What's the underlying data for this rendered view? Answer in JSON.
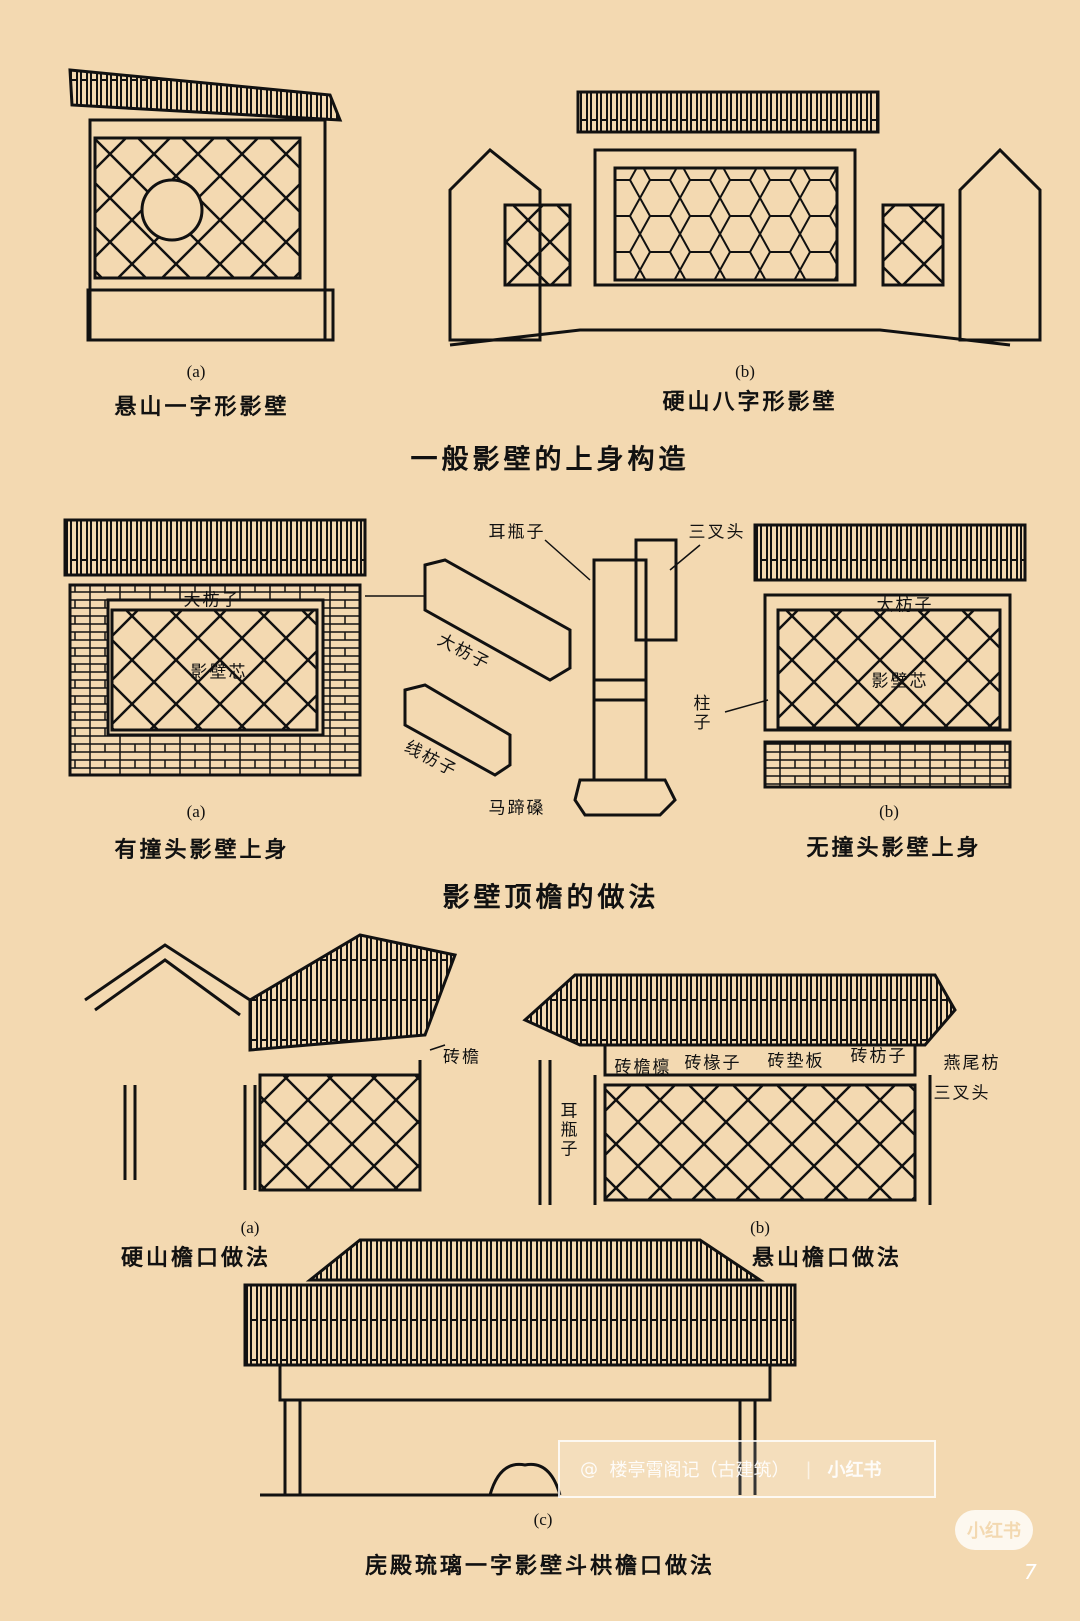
{
  "section1": {
    "fig_a": {
      "sub": "(a)",
      "caption": "悬山一字形影壁"
    },
    "fig_b": {
      "sub": "(b)",
      "caption": "硬山八字形影壁"
    }
  },
  "section2": {
    "heading": "一般影壁的上身构造",
    "fig_a": {
      "sub": "(a)",
      "caption": "有撞头影壁上身",
      "labels": {
        "dafangzi": "大枋子",
        "yingbixin": "影壁芯"
      }
    },
    "parts": {
      "erpingzi": "耳瓶子",
      "sanchatou": "三叉头",
      "dafangzi": "大枋子",
      "xianfangzi": "线枋子",
      "matisang": "马蹄磉"
    },
    "fig_b": {
      "sub": "(b)",
      "caption": "无撞头影壁上身",
      "labels": {
        "dafangzi": "大枋子",
        "yingbixin": "影壁芯",
        "zhuzi": "柱子"
      }
    }
  },
  "section3": {
    "heading": "影壁顶檐的做法",
    "fig_a": {
      "sub": "(a)",
      "caption": "硬山檐口做法",
      "labels": {
        "zhuanyan": "砖檐"
      }
    },
    "fig_b": {
      "sub": "(b)",
      "caption": "悬山檐口做法",
      "labels": {
        "zhuanyanlin": "砖檐檩",
        "zhuanchuanzi": "砖椽子",
        "zhuandianban": "砖垫板",
        "zhuanfangzi": "砖枋子",
        "yanweifang": "燕尾枋",
        "sanchatou": "三叉头",
        "erpingzi": "耳瓶子"
      }
    },
    "fig_c": {
      "sub": "(c)",
      "caption": "庑殿琉璃一字影壁斗栱檐口做法"
    }
  },
  "watermark": {
    "at": "@",
    "author": "楼亭霄阁记（古建筑）",
    "brand": "小红书"
  },
  "badge": "小红书",
  "page_number": "7",
  "colors": {
    "background": "#f3d9b1",
    "ink": "#111111"
  }
}
